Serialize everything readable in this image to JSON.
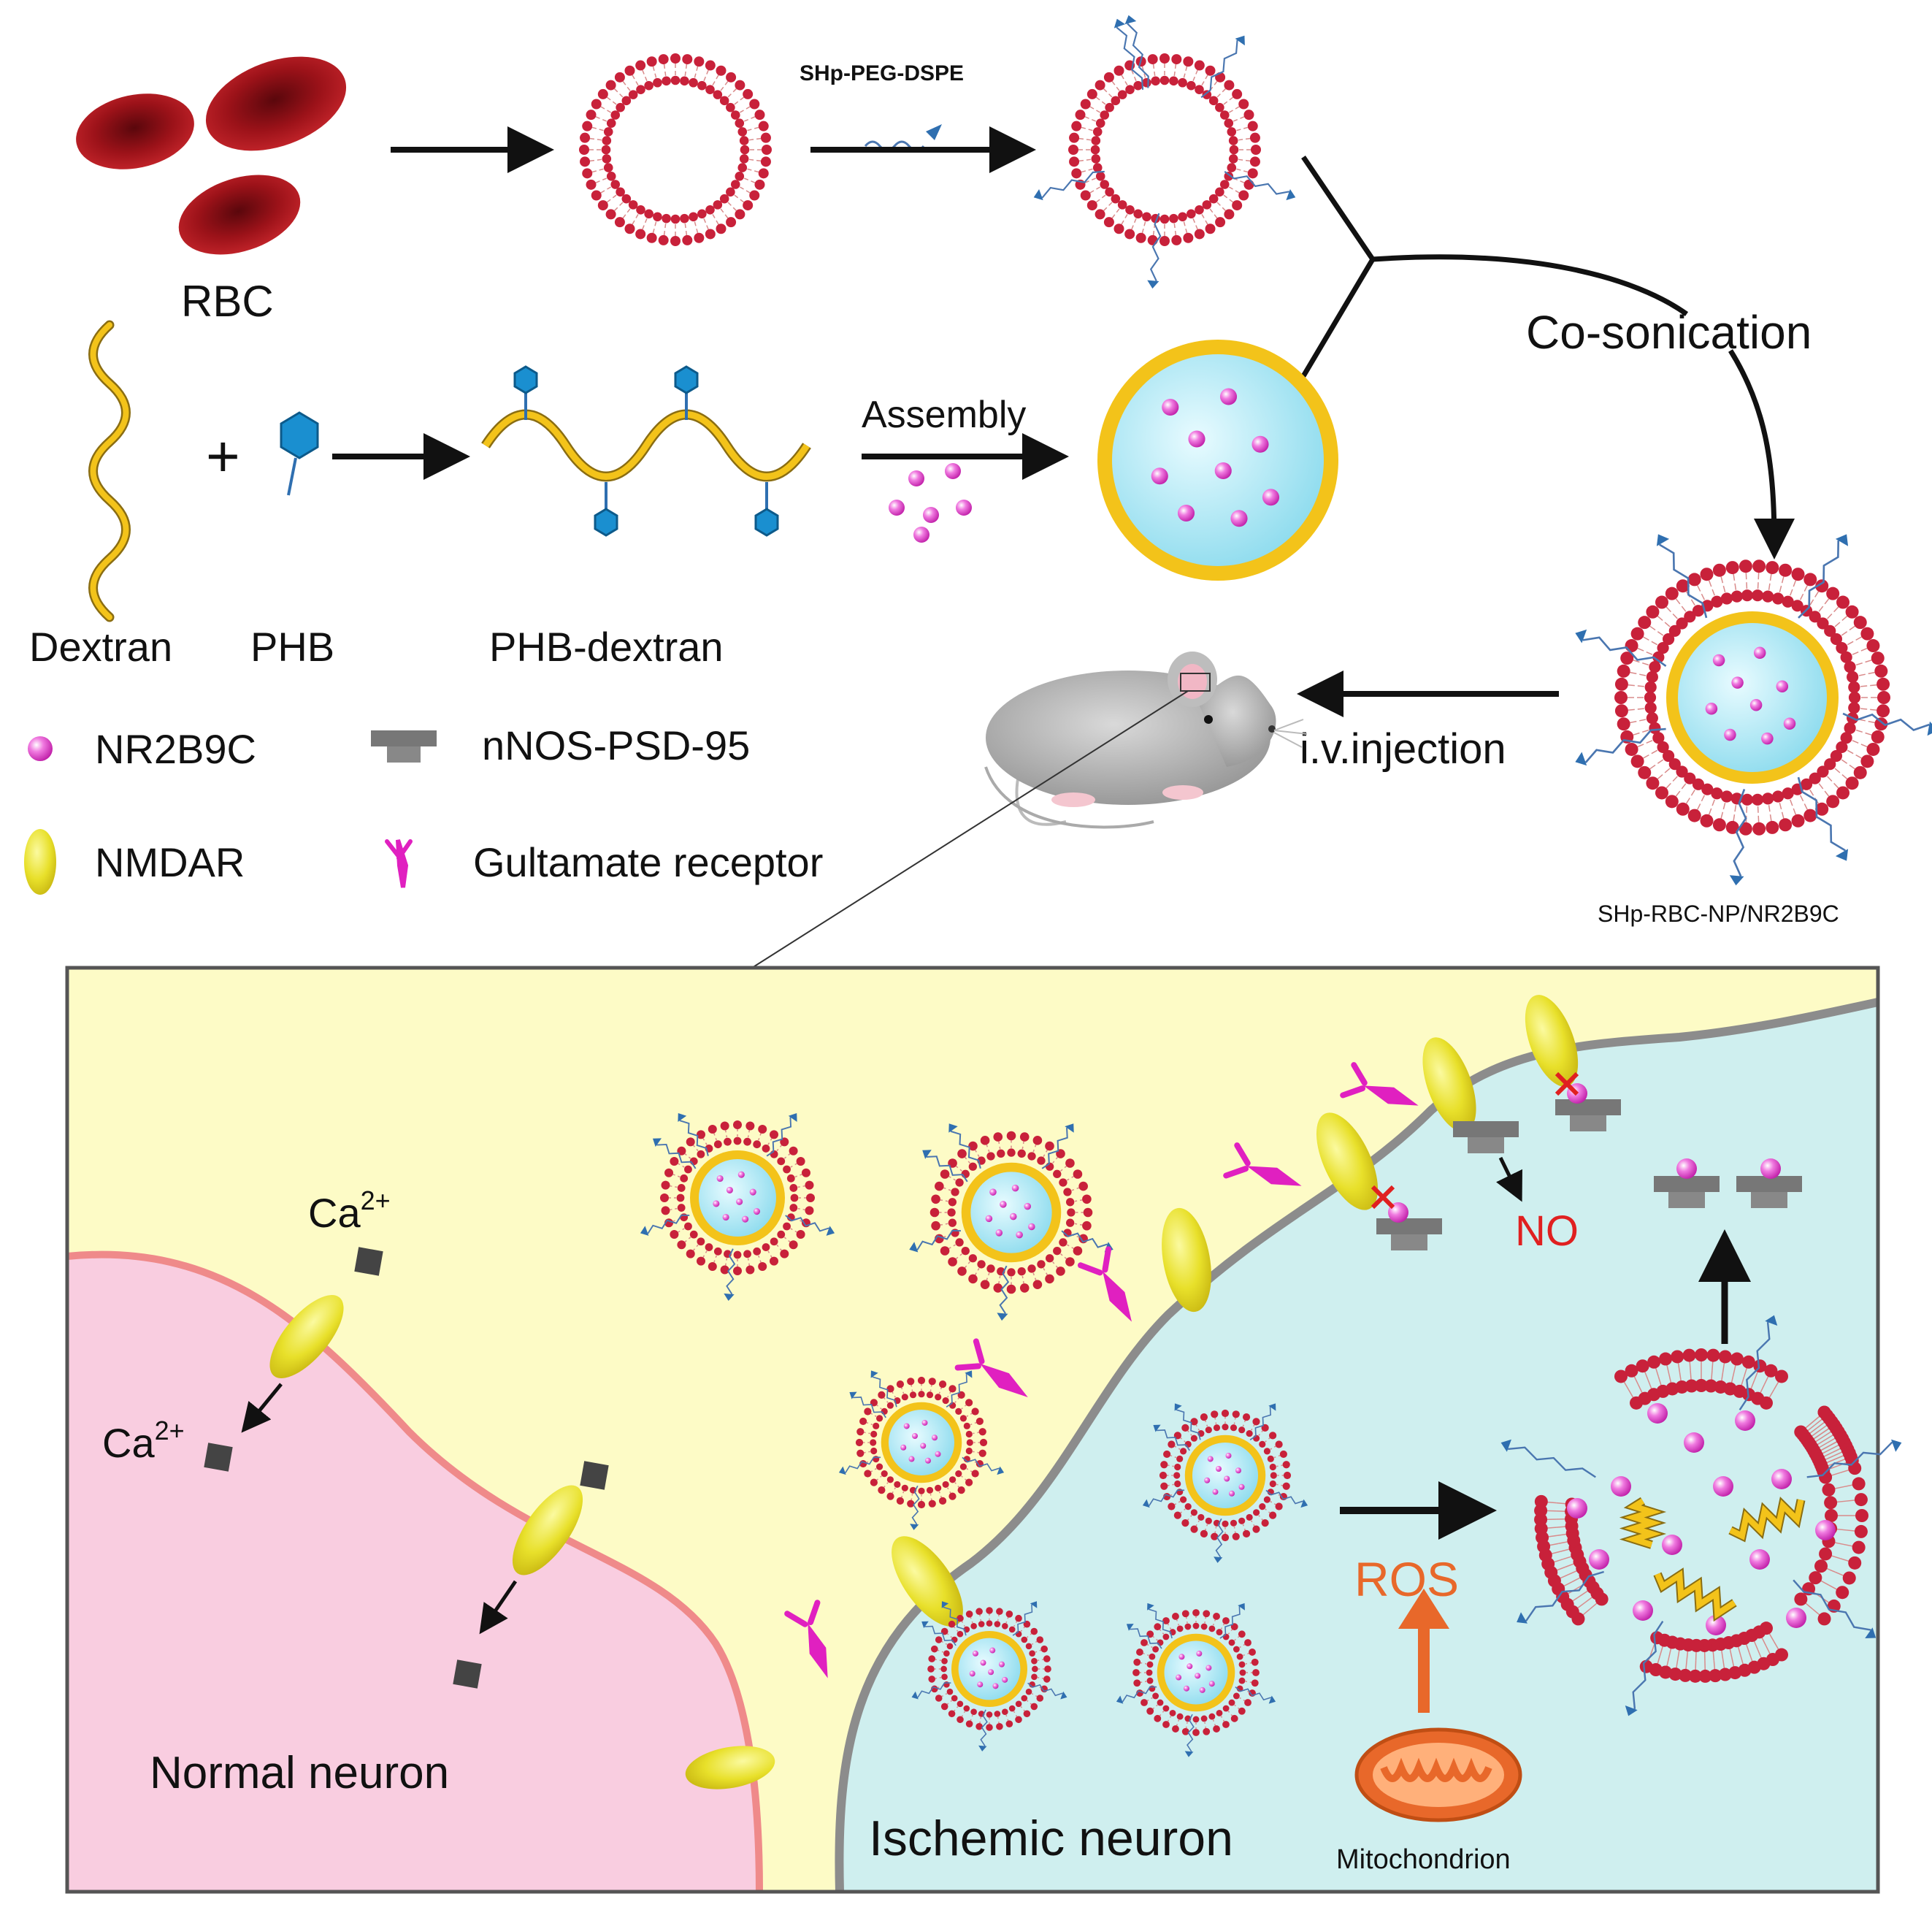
{
  "labels": {
    "rbc": "RBC",
    "shp_peg_dspe": "SHp-PEG-DSPE",
    "co_sonication": "Co-sonication",
    "assembly": "Assembly",
    "dextran": "Dextran",
    "phb": "PHB",
    "phb_dextran": "PHB-dextran",
    "iv_injection": "i.v.injection",
    "shp_rbc_np": "SHp-RBC-NP/NR2B9C",
    "normal_neuron": "Normal neuron",
    "ischemic_neuron": "Ischemic neuron",
    "ros": "ROS",
    "no": "NO",
    "mitochondrion": "Mitochondrion",
    "ca_base": "Ca",
    "ca_sup": "2+"
  },
  "legend": [
    {
      "icon": "nr2b9c-icon",
      "label": "NR2B9C"
    },
    {
      "icon": "nnos-psd95-icon",
      "label": "nNOS-PSD-95"
    },
    {
      "icon": "nmdar-icon",
      "label": "NMDAR"
    },
    {
      "icon": "glutamate-receptor-icon",
      "label": "Gultamate receptor"
    }
  ],
  "colors": {
    "rbc_red": "#a3161d",
    "lipid_head": "#c8213a",
    "core_cyan": "#bfeef6",
    "shell_yellow": "#f3c31a",
    "nr2b9c_pink": "#e040c8",
    "peptide_blue": "#2f6fb0",
    "normal_neuron_pink": "#f9cde0",
    "extracellular_yellow": "#fdfbc6",
    "ischemic_neuron_cyan": "#cfefef",
    "ros_orange": "#e8682a",
    "no_red": "#e02020",
    "nmdar_yellow": "#e8e02a",
    "receptor_magenta": "#e020c0"
  }
}
